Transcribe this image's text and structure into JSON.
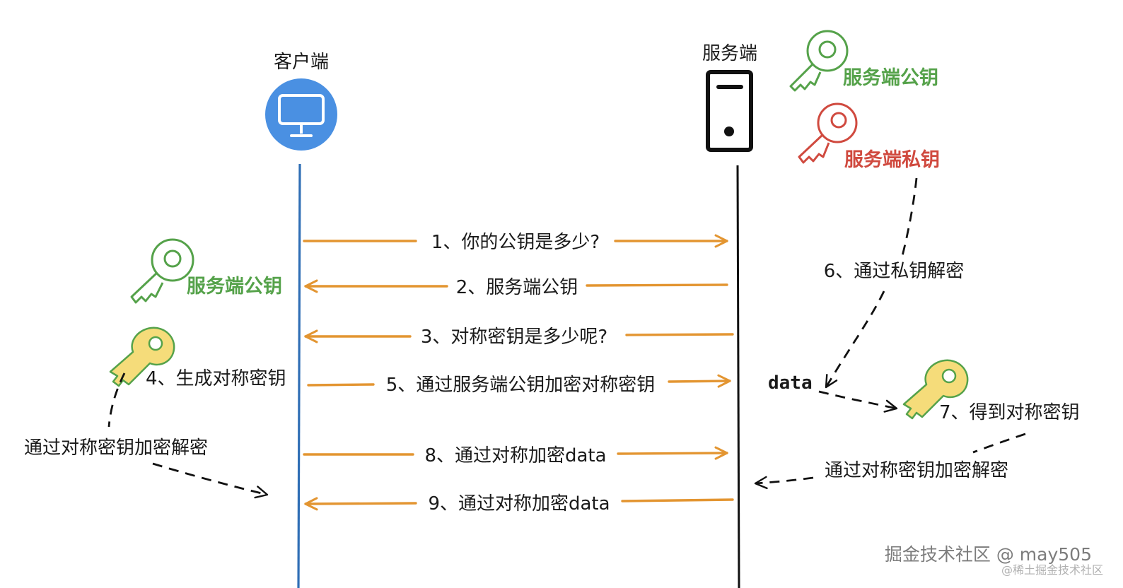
{
  "actors": {
    "client_label": "客户端",
    "server_label": "服务端"
  },
  "keys": {
    "server_public_key_label": "服务端公钥",
    "server_private_key_label": "服务端私钥",
    "client_received_public_key_label": "服务端公钥"
  },
  "messages": [
    {
      "label": "1、你的公钥是多少?",
      "direction": "to-server"
    },
    {
      "label": "2、服务端公钥",
      "direction": "to-client"
    },
    {
      "label": "3、对称密钥是多少呢?",
      "direction": "to-client"
    },
    {
      "label": "5、通过服务端公钥加密对称密钥",
      "direction": "to-server"
    },
    {
      "label": "8、通过对称加密data",
      "direction": "to-server"
    },
    {
      "label": "9、通过对称加密data",
      "direction": "to-client"
    }
  ],
  "client_notes": {
    "generate_key": "4、生成对称密钥",
    "encrypt_decrypt": "通过对称密钥加密解密"
  },
  "server_notes": {
    "decrypt_with_private": "6、通过私钥解密",
    "data_label": "data",
    "get_symmetric_key": "7、得到对称密钥",
    "encrypt_decrypt": "通过对称密钥加密解密"
  },
  "colors": {
    "client_line": "#2f6eb5",
    "server_line": "#111111",
    "arrow": "#e39531",
    "green_key": "#55a24a",
    "red_key": "#d04a3f",
    "yellow_key_fill": "#f5dc7a",
    "client_icon": "#4a90e2"
  },
  "watermark": {
    "main": "掘金技术社区 @ may505",
    "sub": "@稀土掘金技术社区"
  }
}
